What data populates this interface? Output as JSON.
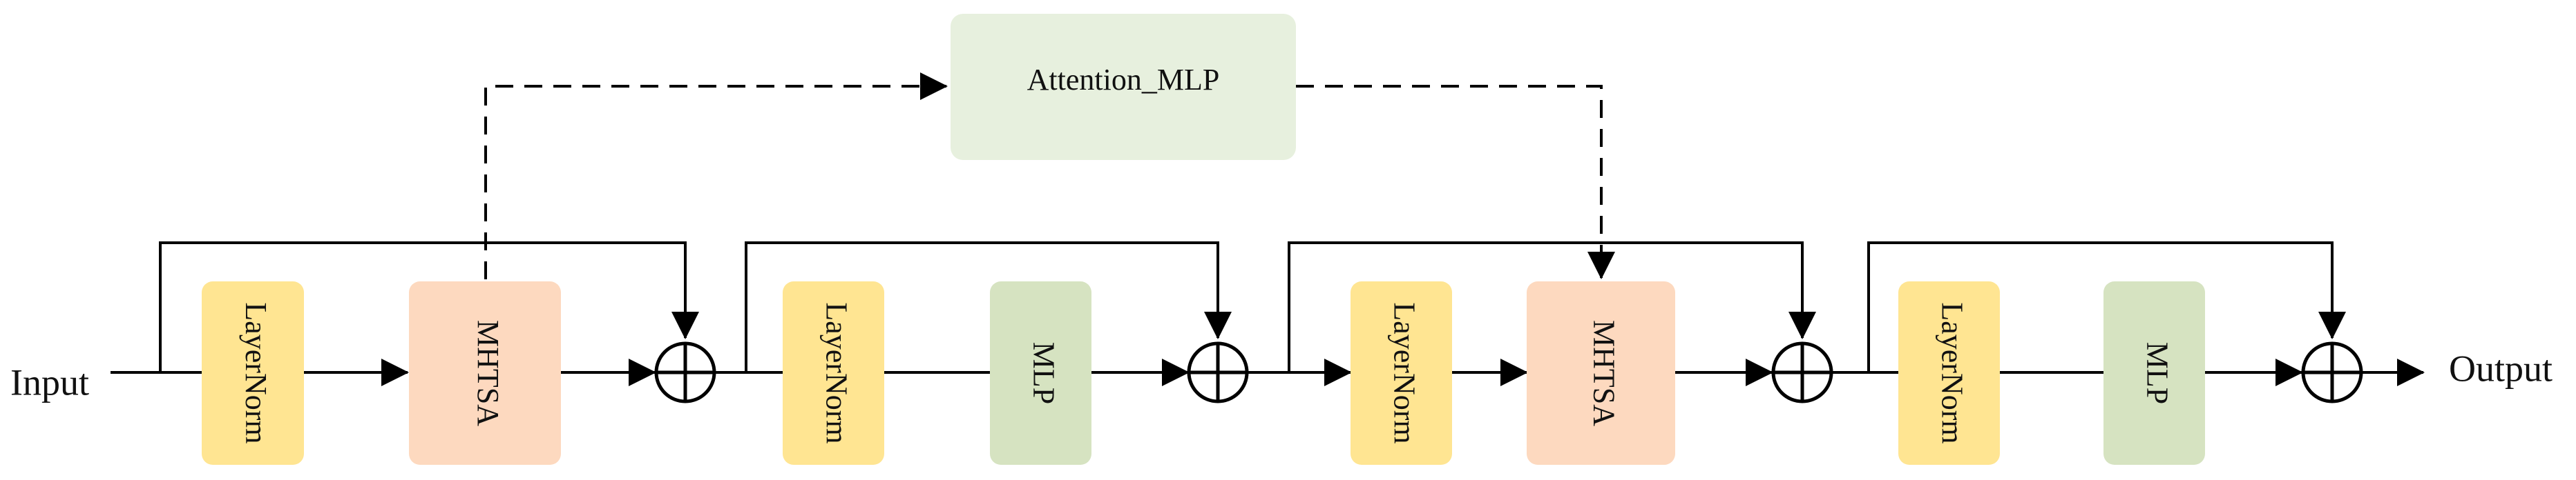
{
  "diagram": {
    "input_label": "Input",
    "output_label": "Output",
    "top_block": {
      "label": "Attention_MLP",
      "color": "#E7F0DE"
    },
    "blocks": [
      {
        "id": "ln1",
        "label": "LayerNorm",
        "color": "#FFE592"
      },
      {
        "id": "mhtsa1",
        "label": "MHTSA",
        "color": "#FDD9BF"
      },
      {
        "id": "ln2",
        "label": "LayerNorm",
        "color": "#FFE592"
      },
      {
        "id": "mlp1",
        "label": "MLP",
        "color": "#D6E3C1"
      },
      {
        "id": "ln3",
        "label": "LayerNorm",
        "color": "#FFE592"
      },
      {
        "id": "mhtsa2",
        "label": "MHTSA",
        "color": "#FDD9BF"
      },
      {
        "id": "ln4",
        "label": "LayerNorm",
        "color": "#FFE592"
      },
      {
        "id": "mlp2",
        "label": "MLP",
        "color": "#D6E3C1"
      }
    ],
    "adder_symbol": "⊕",
    "line_color": "#000000"
  }
}
